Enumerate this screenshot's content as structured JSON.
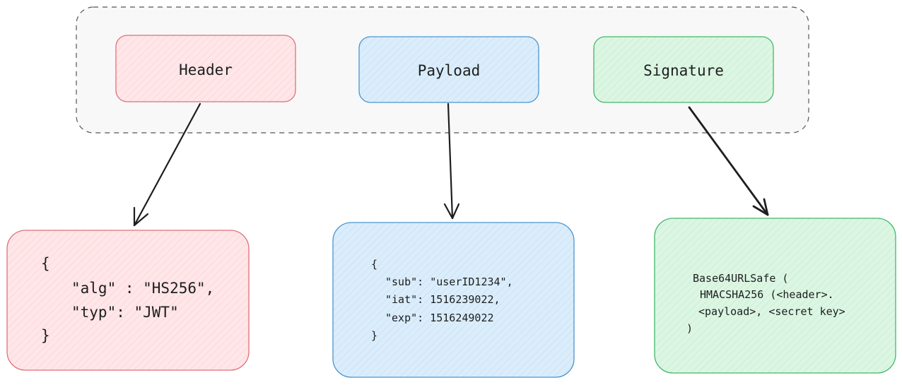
{
  "colors": {
    "header_fill": "#ffe6e8",
    "header_stroke": "#e0707a",
    "payload_fill": "#dbedfb",
    "payload_stroke": "#4a95cf",
    "signature_fill": "#dcf6e3",
    "signature_stroke": "#42b868",
    "group_fill": "#f8f8f8",
    "group_stroke": "#555555",
    "arrow": "#1e1e1e"
  },
  "parts": {
    "header": "Header",
    "payload": "Payload",
    "signature": "Signature"
  },
  "header_code": {
    "open": "{",
    "line1": "\"alg\" : \"HS256\",",
    "line2": "\"typ\": \"JWT\"",
    "close": "}"
  },
  "payload_code": {
    "open": "{",
    "line1": "\"sub\": \"userID1234\",",
    "line2": "\"iat\": 1516239022,",
    "line3": "\"exp\": 1516249022",
    "close": "}"
  },
  "signature_code": {
    "line1": "Base64URLSafe (",
    "line2": "HMACSHA256 (<header>.",
    "line3": "<payload>, <secret key>",
    "line4": ")"
  }
}
